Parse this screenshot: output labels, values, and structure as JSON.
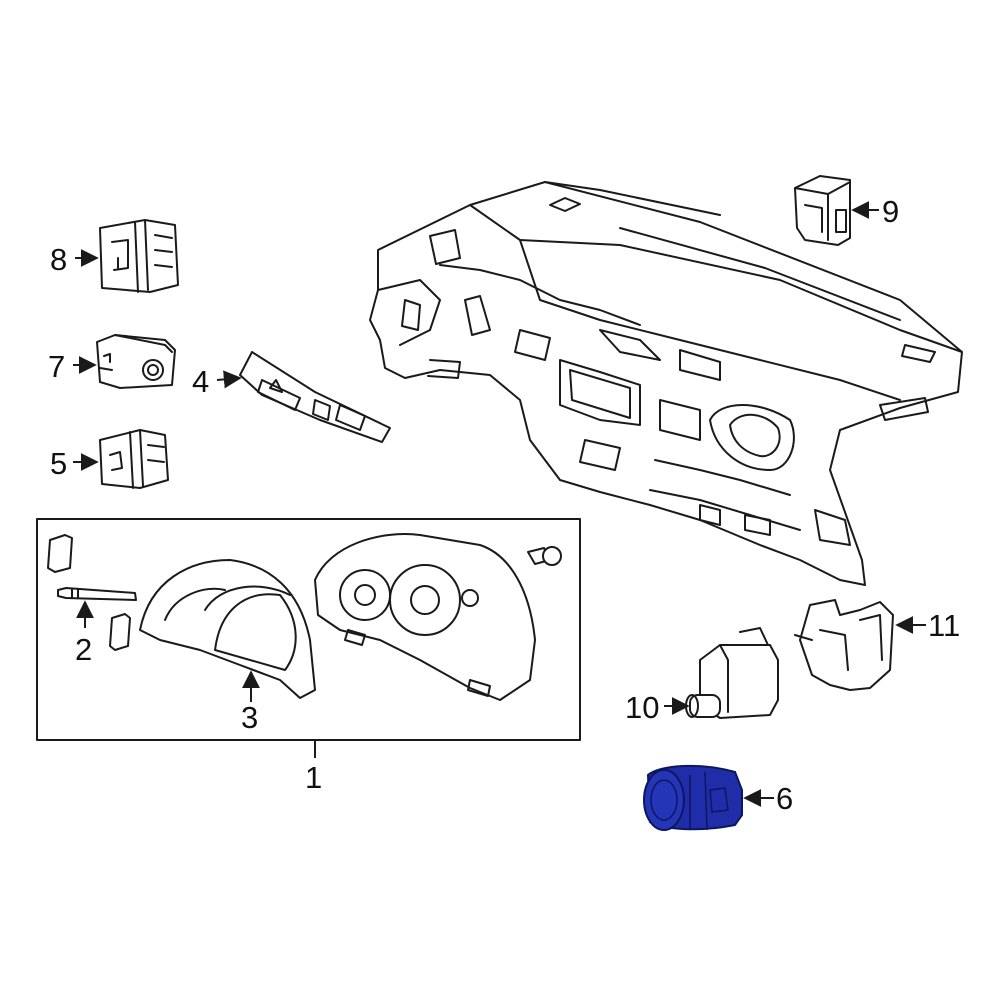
{
  "callouts": {
    "c1": "1",
    "c2": "2",
    "c3": "3",
    "c4": "4",
    "c5": "5",
    "c6": "6",
    "c7": "7",
    "c8": "8",
    "c9": "9",
    "c10": "10",
    "c11": "11"
  },
  "highlighted_part": "6",
  "colors": {
    "highlight_fill": "#1f2ea8",
    "line": "#1a1a1a",
    "background": "#ffffff"
  }
}
